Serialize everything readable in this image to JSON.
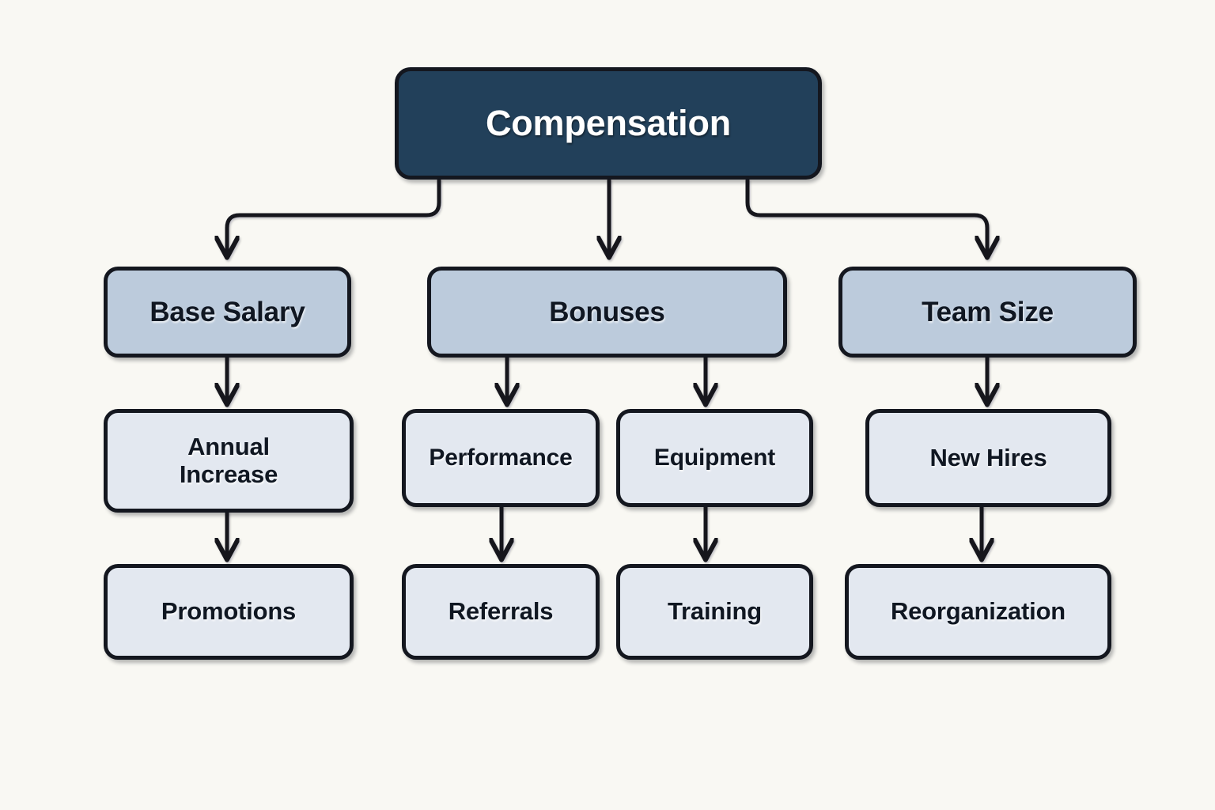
{
  "diagram": {
    "title": "Compensation",
    "type": "flowchart",
    "background_color": "#f9f8f3",
    "edge_color": "#14171f",
    "colors": {
      "root_fill": "#22405a",
      "root_text": "#ffffff",
      "level1_fill": "#bccbdc",
      "level2_fill": "#e3e8f0",
      "node_border": "#14171f",
      "node_text": "#101722"
    },
    "nodes": {
      "root": {
        "label": "Compensation"
      },
      "base_salary": {
        "label": "Base Salary"
      },
      "bonuses": {
        "label": "Bonuses"
      },
      "team_size": {
        "label": "Team Size"
      },
      "annual_increase": {
        "label": "Annual\nIncrease"
      },
      "performance": {
        "label": "Performance"
      },
      "equipment": {
        "label": "Equipment"
      },
      "new_hires": {
        "label": "New Hires"
      },
      "promotions": {
        "label": "Promotions"
      },
      "referrals": {
        "label": "Referrals"
      },
      "training": {
        "label": "Training"
      },
      "reorganization": {
        "label": "Reorganization"
      }
    },
    "edges": [
      {
        "from": "root",
        "to": "base_salary"
      },
      {
        "from": "root",
        "to": "bonuses"
      },
      {
        "from": "root",
        "to": "team_size"
      },
      {
        "from": "base_salary",
        "to": "annual_increase"
      },
      {
        "from": "bonuses",
        "to": "performance"
      },
      {
        "from": "bonuses",
        "to": "equipment"
      },
      {
        "from": "team_size",
        "to": "new_hires"
      },
      {
        "from": "annual_increase",
        "to": "promotions"
      },
      {
        "from": "performance",
        "to": "referrals"
      },
      {
        "from": "equipment",
        "to": "training"
      },
      {
        "from": "new_hires",
        "to": "reorganization"
      }
    ]
  }
}
